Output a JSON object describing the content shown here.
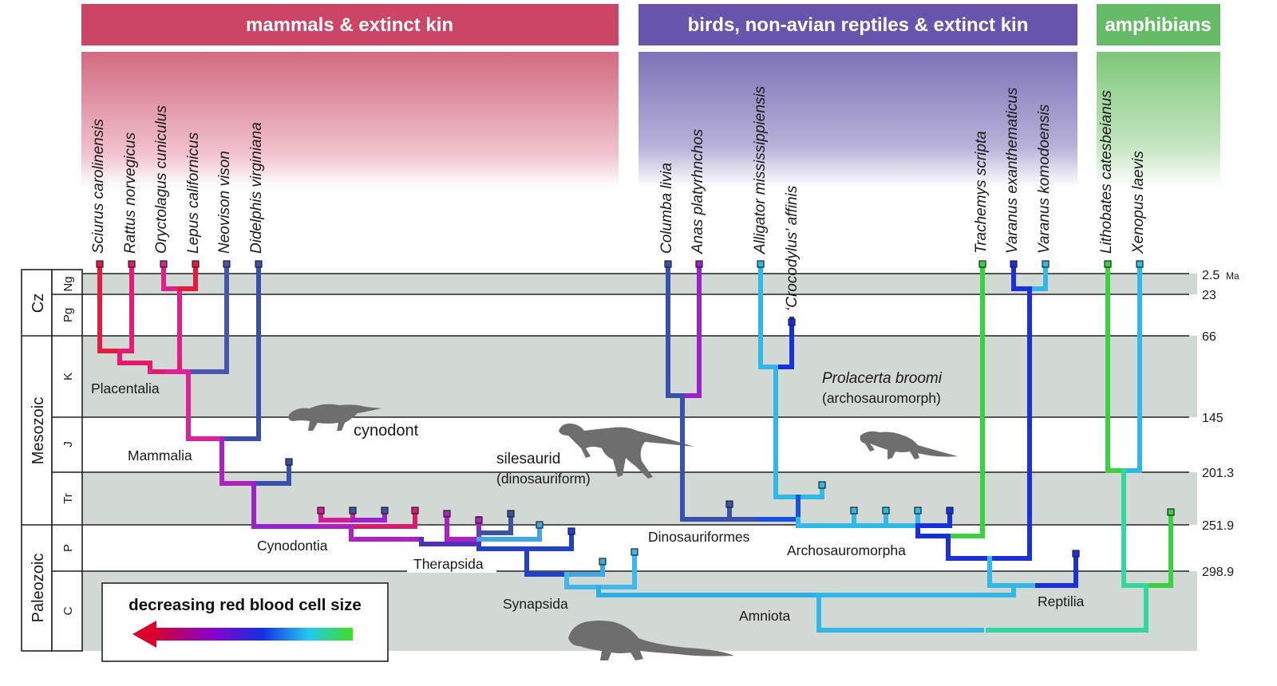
{
  "headers": {
    "mammals": "mammals & extinct kin",
    "reptiles": "birds, non-avian reptiles & extinct kin",
    "amphibians": "amphibians"
  },
  "taxa": {
    "sciurus": "Sciurus carolinensis",
    "rattus": "Rattus norvegicus",
    "oryctolagus": "Oryctolagus cuniculus",
    "lepus": "Lepus californicus",
    "neovison": "Neovison vison",
    "didelphis": "Didelphis virginiana",
    "columba": "Columba livia",
    "anas": "Anas platyrhnchos",
    "alligator": "Alligator mississippiensis",
    "crocodylus": "‘Crocodylus’ affinis",
    "trachemys": "Trachemys scripta",
    "varanus_ex": "Varanus exanthematicus",
    "varanus_ko": "Varanus komodoensis",
    "lithobates": "Lithobates catesbeianus",
    "xenopus": "Xenopus laevis"
  },
  "time_scale": {
    "unit": "Ma",
    "ticks": [
      "2.5",
      "23",
      "66",
      "145",
      "201.3",
      "251.9",
      "298.9"
    ]
  },
  "eras": {
    "cz": "Cz",
    "mesozoic": "Mesozoic",
    "paleozoic": "Paleozoic"
  },
  "periods": {
    "ng": "Ng",
    "pg": "Pg",
    "k": "K",
    "j": "J",
    "tr": "Tr",
    "p": "P",
    "c": "C"
  },
  "clades": {
    "placentalia": "Placentalia",
    "mammalia": "Mammalia",
    "cynodontia": "Cynodontia",
    "therapsida": "Therapsida",
    "synapsida": "Synapsida",
    "dinosauriformes": "Dinosauriformes",
    "archosauromorpha": "Archosauromorpha",
    "amniota": "Amniota",
    "reptilia": "Reptilia"
  },
  "silhouette_labels": {
    "cynodont": "cynodont",
    "silesaurid": "silesaurid",
    "silesaurid_sub": "(dinosauriform)",
    "prolacerta": "Prolacerta broomi",
    "prolacerta_sub": "(archosauromorph)"
  },
  "legend": {
    "title": "decreasing red blood cell size"
  },
  "colors": {
    "mammals_header": "#cc4466",
    "reptiles_header": "#6655aa",
    "amphibians_header": "#66bb66",
    "band": "#d2d9d4",
    "scale_start": "#d8002a",
    "scale_mid": "#8800cc",
    "scale_blue": "#1530e0",
    "scale_cyan": "#22c8f0",
    "scale_end": "#44dd22"
  }
}
